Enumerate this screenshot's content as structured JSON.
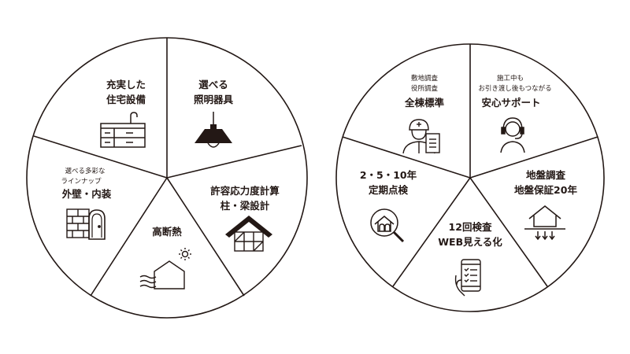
{
  "colors": {
    "stroke": "#231815",
    "background": "#ffffff"
  },
  "left_wheel": {
    "segments": [
      {
        "lines": [
          "充実した",
          "住宅設備"
        ],
        "icon": "kitchen-icon"
      },
      {
        "lines": [
          "選べる",
          "照明器具"
        ],
        "icon": "pendant-lamp-icon"
      },
      {
        "lines": [
          "許容応力度計算",
          "柱・梁設計"
        ],
        "icon": "house-frame-icon"
      },
      {
        "lines": [
          "高断熱"
        ],
        "icon": "insulated-house-icon"
      },
      {
        "small_lines": [
          "選べる多彩な",
          "ラインナップ"
        ],
        "lines": [
          "外壁・内装"
        ],
        "icon": "brick-wall-door-icon"
      }
    ]
  },
  "right_wheel": {
    "segments": [
      {
        "small_lines": [
          "敷地調査",
          "役所調査"
        ],
        "lines": [
          "全棟標準"
        ],
        "icon": "inspector-icon"
      },
      {
        "small_lines": [
          "施工中も",
          "お引き渡し後もつながる"
        ],
        "lines": [
          "安心サポート"
        ],
        "icon": "support-headset-icon"
      },
      {
        "lines": [
          "地盤調査",
          "地盤保証20年"
        ],
        "icon": "ground-house-icon"
      },
      {
        "lines": [
          "12回検査",
          "WEB見える化"
        ],
        "icon": "smartphone-checklist-icon"
      },
      {
        "lines": [
          "2・5・10年",
          "定期点検"
        ],
        "icon": "magnifier-house-icon"
      }
    ]
  }
}
